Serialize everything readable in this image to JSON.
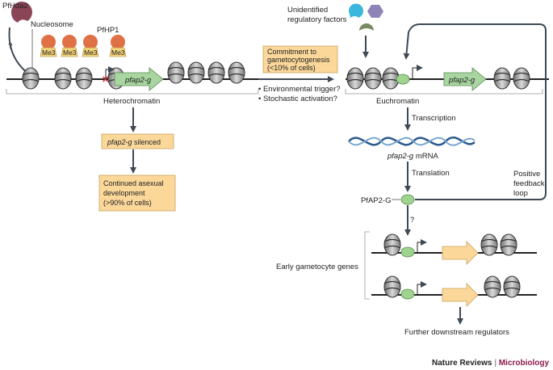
{
  "left": {
    "enzyme": "PfHda2",
    "question": "?",
    "nucleosome": "Nucleosome",
    "hp1": "PfHP1",
    "me3": "Me3",
    "gene": "pfap2-g",
    "region": "Heterochromatin",
    "silenced_gene": "pfap2-g",
    "silenced_suffix": " silenced",
    "asexual": [
      "Continued asexual",
      "development",
      "(>90% of cells)"
    ]
  },
  "middle": {
    "commitment": [
      "Commitment to",
      "gametocytogenesis",
      "(<10% of cells)"
    ],
    "triggers": [
      "• Environmental trigger?",
      "• Stochastic activation?"
    ]
  },
  "right": {
    "factors": [
      "Unidentified",
      "regulatory factors"
    ],
    "gene": "pfap2-g",
    "region": "Euchromatin",
    "transcription": "Transcription",
    "mrna_gene": "pfap2-g",
    "mrna_suffix": " mRNA",
    "translation": "Translation",
    "protein": "PfAP2-G",
    "feedback": [
      "Positive",
      "feedback",
      "loop"
    ],
    "question": "?",
    "early": "Early gametocyte genes",
    "downstream": "Further downstream regulators"
  },
  "credit": {
    "journal": "Nature Reviews",
    "sep": " | ",
    "section": "Microbiology",
    "journal_color": "#222222",
    "section_color": "#8b1a4a"
  },
  "colors": {
    "gene_arrow": "#a8d5a0",
    "box_fill": "#fbd79a",
    "mrna": "#2a5a8c",
    "binding_protein": "#9ed48e"
  }
}
